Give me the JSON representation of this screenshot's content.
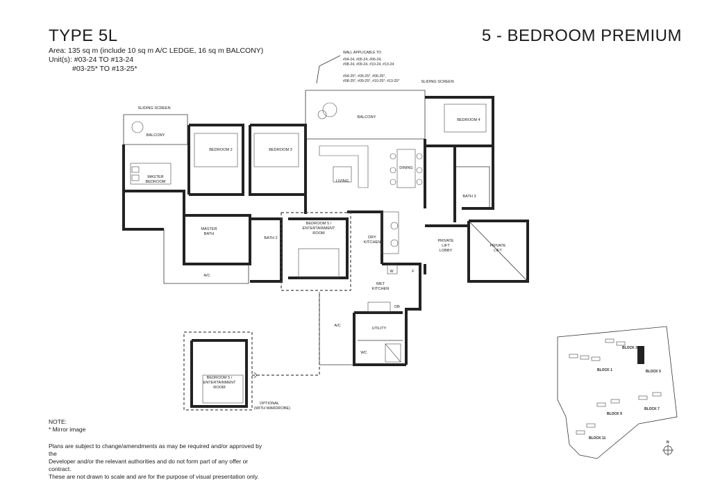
{
  "header": {
    "type_title": "TYPE 5L",
    "bedroom_title": "5 - BEDROOM PREMIUM",
    "area_line": "Area: 135 sq m (include 10 sq m A/C LEDGE, 16 sq m BALCONY)",
    "units_line_1": "Unit(s): #03-24 TO #13-24",
    "units_line_2": "#03-25* TO #13-25*"
  },
  "notes": {
    "note_title": "NOTE:",
    "mirror_note": "* Mirror image",
    "disclaimer_1": "Plans are subject to change/amendments as may be required and/or approved by the",
    "disclaimer_2": "Developer and/or the relevant authorities and do not form part of any offer or contract.",
    "disclaimer_3": "These are not drawn to scale and are for the purpose of visual presentation only."
  },
  "wall_note": {
    "title": "WALL APPLICABLE TO",
    "line_1": "#04-24, #05-24, #06-24,",
    "line_2": "#08-24, #09-24, #10-24, #13-24",
    "line_3": "#04-25*, #05-25*, #06-25*,",
    "line_4": "#08-25*, #09-25*, #10-25*, #13-25*"
  },
  "rooms": {
    "sliding_screen_left": "SLIDING SCREEN",
    "sliding_screen_right": "SLIDING SCREEN",
    "balcony_left": "BALCONY",
    "balcony_main": "BALCONY",
    "master_bedroom_1": "MASTER",
    "master_bedroom_2": "BEDROOM",
    "bedroom_2": "BEDROOM 2",
    "bedroom_3": "BEDROOM 3",
    "bedroom_4": "BEDROOM 4",
    "living": "LIVING",
    "dining": "DINING",
    "master_bath_1": "MASTER",
    "master_bath_2": "BATH",
    "bath_2": "BATH 2",
    "bath_3": "BATH 3",
    "bedroom_5_line_1": "BEDROOM 5 /",
    "bedroom_5_line_2": "ENTERTAINMENT",
    "bedroom_5_line_3": "ROOM",
    "dry_kitchen_1": "DRY",
    "dry_kitchen_2": "KITCHEN",
    "wet_kitchen_1": "WET",
    "wet_kitchen_2": "KITCHEN",
    "private_lift_lobby_1": "PRIVATE",
    "private_lift_lobby_2": "LIFT",
    "private_lift_lobby_3": "LOBBY",
    "private_lift_1": "PRIVATE",
    "private_lift_2": "LIFT",
    "ac_left": "A/C",
    "ac_lower": "A/C",
    "utility": "UTILITY",
    "wc": "WC",
    "w": "W",
    "f": "F",
    "db": "DB",
    "optional_bedroom_5_line_1": "BEDROOM 5 /",
    "optional_bedroom_5_line_2": "ENTERTAINMENT",
    "optional_bedroom_5_line_3": "ROOM",
    "optional_1": "OPTIONAL",
    "optional_2": "(WITH WARDROBE)"
  },
  "site_plan": {
    "block_1": "BLOCK 1",
    "block_3": "BLOCK 3",
    "block_5": "BLOCK 5",
    "block_7": "BLOCK 7",
    "block_9": "BLOCK 9",
    "block_11": "BLOCK 11",
    "north": "N"
  }
}
